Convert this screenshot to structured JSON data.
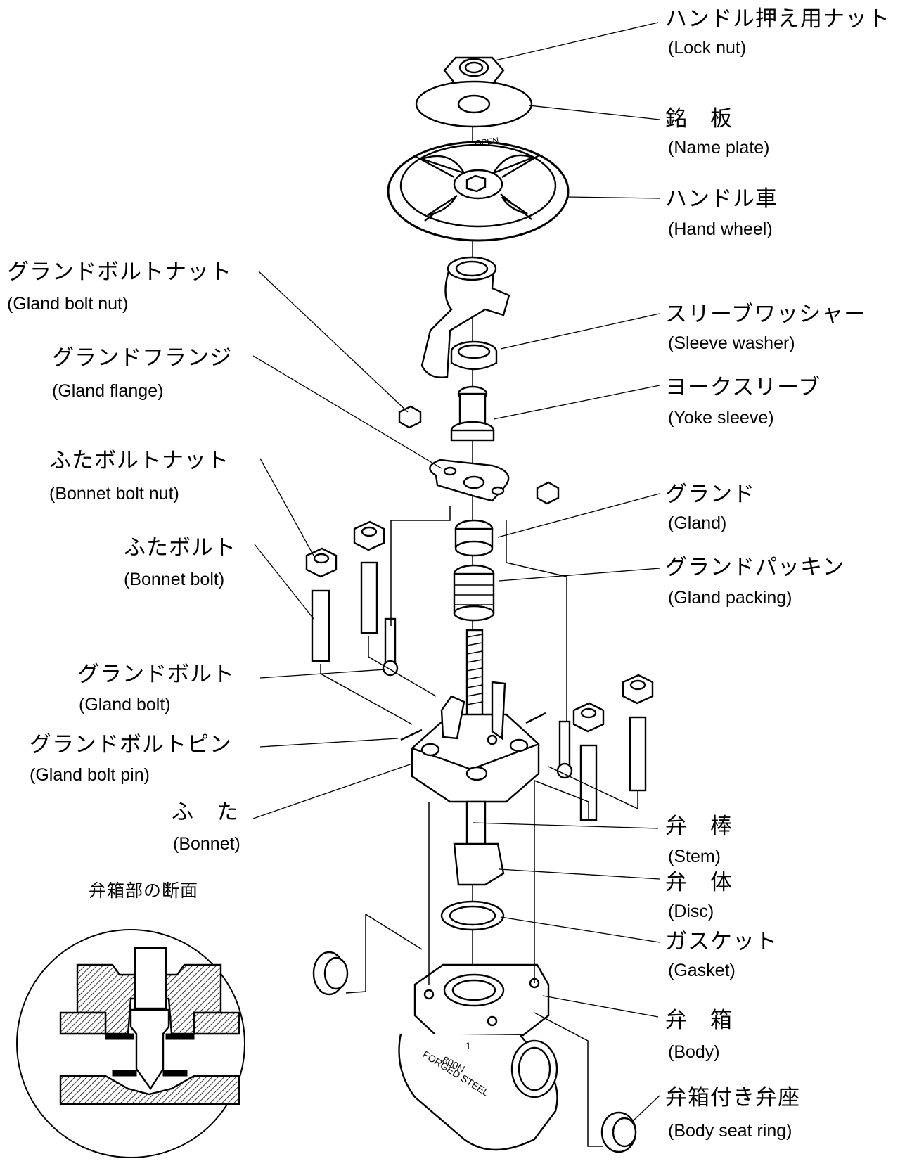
{
  "section_title": "弁箱部の断面",
  "parts": [
    {
      "key": "lock_nut",
      "jp": "ハンドル押え用ナット",
      "en": "(Lock nut)"
    },
    {
      "key": "name_plate",
      "jp": "銘　板",
      "en": "(Name plate)"
    },
    {
      "key": "hand_wheel",
      "jp": "ハンドル車",
      "en": "(Hand wheel)"
    },
    {
      "key": "sleeve_washer",
      "jp": "スリーブワッシャー",
      "en": "(Sleeve washer)"
    },
    {
      "key": "yoke_sleeve",
      "jp": "ヨークスリーブ",
      "en": "(Yoke sleeve)"
    },
    {
      "key": "gland",
      "jp": "グランド",
      "en": "(Gland)"
    },
    {
      "key": "gland_packing",
      "jp": "グランドパッキン",
      "en": "(Gland packing)"
    },
    {
      "key": "stem",
      "jp": "弁　棒",
      "en": "(Stem)"
    },
    {
      "key": "disc",
      "jp": "弁　体",
      "en": "(Disc)"
    },
    {
      "key": "gasket",
      "jp": "ガスケット",
      "en": "(Gasket)"
    },
    {
      "key": "body",
      "jp": "弁　箱",
      "en": "(Body)"
    },
    {
      "key": "body_seat_ring",
      "jp": "弁箱付き弁座",
      "en": "(Body seat ring)"
    },
    {
      "key": "gland_bolt_nut",
      "jp": "グランドボルトナット",
      "en": "(Gland bolt nut)"
    },
    {
      "key": "gland_flange",
      "jp": "グランドフランジ",
      "en": "(Gland flange)"
    },
    {
      "key": "bonnet_bolt_nut",
      "jp": "ふたボルトナット",
      "en": "(Bonnet bolt nut)"
    },
    {
      "key": "bonnet_bolt",
      "jp": "ふたボルト",
      "en": "(Bonnet bolt)"
    },
    {
      "key": "gland_bolt",
      "jp": "グランドボルト",
      "en": "(Gland bolt)"
    },
    {
      "key": "gland_bolt_pin",
      "jp": "グランドボルトピン",
      "en": "(Gland bolt pin)"
    },
    {
      "key": "bonnet",
      "jp": "ふ　た",
      "en": "(Bonnet)"
    }
  ],
  "marks": {
    "wheel_text": "OPEN",
    "body_size": "1",
    "body_class": "800N",
    "body_material": "FORGED STEEL"
  }
}
